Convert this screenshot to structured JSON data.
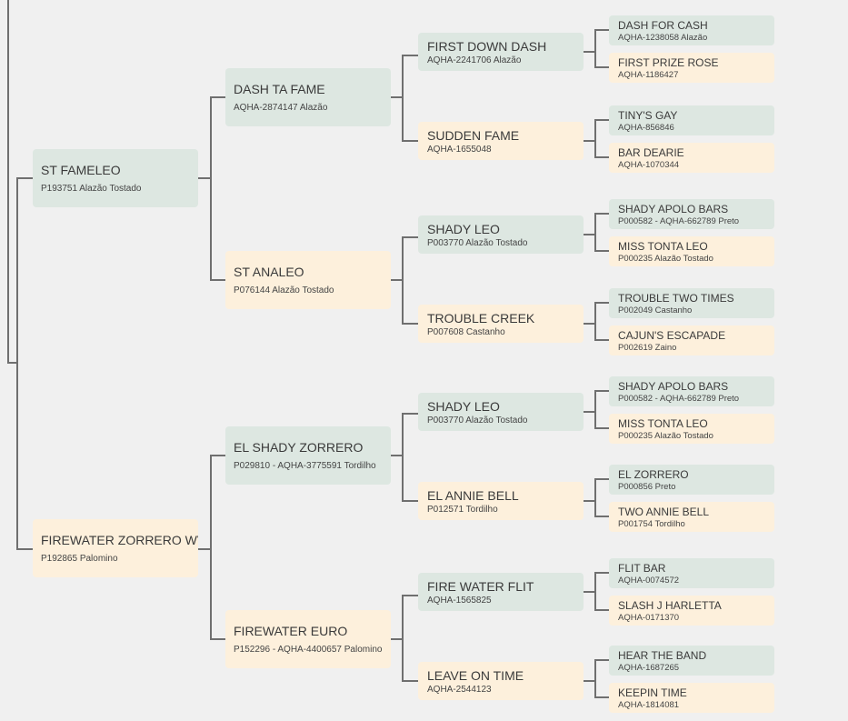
{
  "pedigree": [
    {
      "id": "g1s",
      "name": "ST FAMELEO",
      "info": "P193751 Alazão Tostado"
    },
    {
      "id": "g1d",
      "name": "FIREWATER ZORRERO WV",
      "info": "P192865 Palomino"
    },
    {
      "id": "g2a",
      "name": "DASH TA FAME",
      "info": "AQHA-2874147 Alazão"
    },
    {
      "id": "g2b",
      "name": "ST ANALEO",
      "info": "P076144 Alazão Tostado"
    },
    {
      "id": "g2c",
      "name": "EL SHADY ZORRERO",
      "info": "P029810 - AQHA-3775591 Tordilho"
    },
    {
      "id": "g2d",
      "name": "FIREWATER EURO",
      "info": "P152296 - AQHA-4400657 Palomino"
    },
    {
      "id": "g3a",
      "name": "FIRST DOWN DASH",
      "info": "AQHA-2241706 Alazão"
    },
    {
      "id": "g3b",
      "name": "SUDDEN FAME",
      "info": "AQHA-1655048"
    },
    {
      "id": "g3c",
      "name": "SHADY LEO",
      "info": "P003770 Alazão Tostado"
    },
    {
      "id": "g3d",
      "name": "TROUBLE CREEK",
      "info": "P007608 Castanho"
    },
    {
      "id": "g3e",
      "name": "SHADY LEO",
      "info": "P003770 Alazão Tostado"
    },
    {
      "id": "g3f",
      "name": "EL ANNIE BELL",
      "info": "P012571 Tordilho"
    },
    {
      "id": "g3g",
      "name": "FIRE WATER FLIT",
      "info": "AQHA-1565825"
    },
    {
      "id": "g3h",
      "name": "LEAVE ON TIME",
      "info": "AQHA-2544123"
    },
    {
      "id": "g4a",
      "name": "DASH FOR CASH",
      "info": "AQHA-1238058 Alazão"
    },
    {
      "id": "g4b",
      "name": "FIRST PRIZE ROSE",
      "info": "AQHA-1186427"
    },
    {
      "id": "g4c",
      "name": "TINY'S GAY",
      "info": "AQHA-856846"
    },
    {
      "id": "g4d",
      "name": "BAR DEARIE",
      "info": "AQHA-1070344"
    },
    {
      "id": "g4e",
      "name": "SHADY APOLO BARS",
      "info": "P000582 - AQHA-662789 Preto"
    },
    {
      "id": "g4f",
      "name": "MISS TONTA LEO",
      "info": "P000235 Alazão Tostado"
    },
    {
      "id": "g4g",
      "name": "TROUBLE TWO TIMES",
      "info": "P002049 Castanho"
    },
    {
      "id": "g4h",
      "name": "CAJUN'S ESCAPADE",
      "info": "P002619 Zaino"
    },
    {
      "id": "g4i",
      "name": "SHADY APOLO BARS",
      "info": "P000582 - AQHA-662789 Preto"
    },
    {
      "id": "g4j",
      "name": "MISS TONTA LEO",
      "info": "P000235 Alazão Tostado"
    },
    {
      "id": "g4k",
      "name": "EL ZORRERO",
      "info": "P000856 Preto"
    },
    {
      "id": "g4l",
      "name": "TWO ANNIE BELL",
      "info": "P001754 Tordilho"
    },
    {
      "id": "g4m",
      "name": "FLIT BAR",
      "info": "AQHA-0074572"
    },
    {
      "id": "g4n",
      "name": "SLASH J HARLETTA",
      "info": "AQHA-0171370"
    },
    {
      "id": "g4o",
      "name": "HEAR THE BAND",
      "info": "AQHA-1687265"
    },
    {
      "id": "g4p",
      "name": "KEEPIN TIME",
      "info": "AQHA-1814081"
    }
  ],
  "colors": {
    "sire": "#dde7e1",
    "dam": "#fdf0dc",
    "line": "#6f6f6f",
    "background": "#f0f0f0"
  }
}
